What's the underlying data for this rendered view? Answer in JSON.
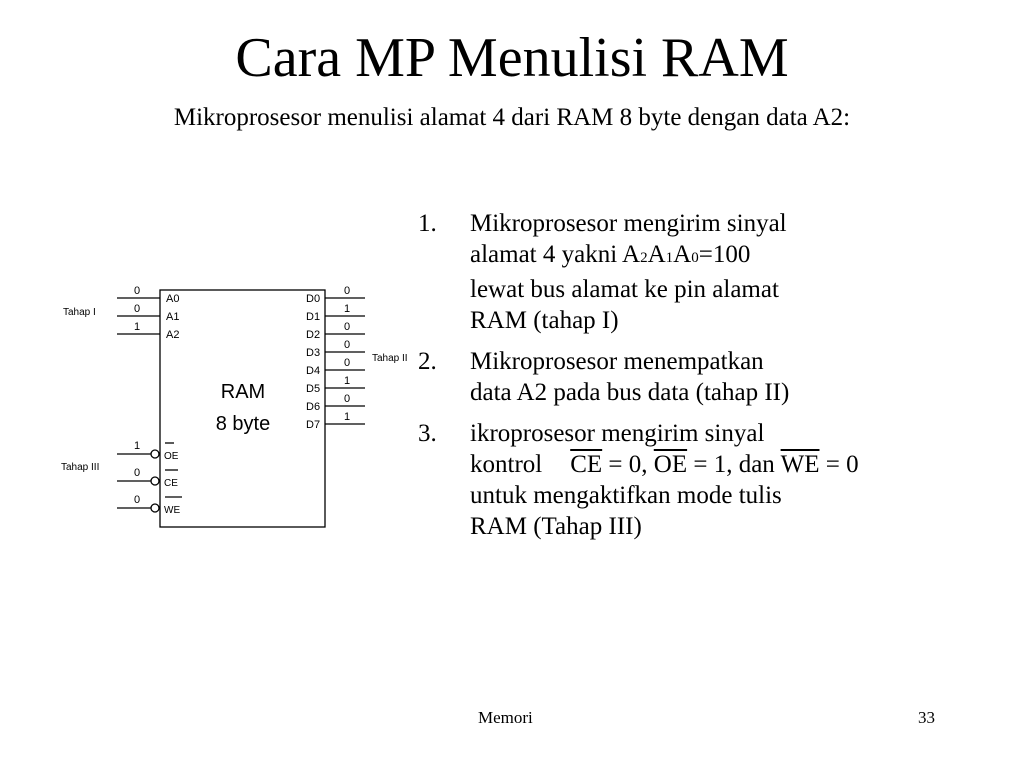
{
  "title": "Cara MP Menulisi RAM",
  "subtitle": "Mikroprosesor menulisi alamat 4 dari  RAM 8 byte dengan data A2:",
  "diagram": {
    "chip_label_line1": "RAM",
    "chip_label_line2": "8 byte",
    "address_pins": [
      {
        "name": "A0",
        "value": "0"
      },
      {
        "name": "A1",
        "value": "0"
      },
      {
        "name": "A2",
        "value": "1"
      }
    ],
    "data_pins": [
      {
        "name": "D0",
        "value": "0"
      },
      {
        "name": "D1",
        "value": "1"
      },
      {
        "name": "D2",
        "value": "0"
      },
      {
        "name": "D3",
        "value": "0"
      },
      {
        "name": "D4",
        "value": "0"
      },
      {
        "name": "D5",
        "value": "1"
      },
      {
        "name": "D6",
        "value": "0"
      },
      {
        "name": "D7",
        "value": "1"
      }
    ],
    "control_pins": [
      {
        "name": "OE",
        "value": "1"
      },
      {
        "name": "CE",
        "value": "0"
      },
      {
        "name": "WE",
        "value": "0"
      }
    ],
    "stage_labels": {
      "address": "Tahap I",
      "data": "Tahap II",
      "control": "Tahap III"
    }
  },
  "steps": [
    {
      "number": "1.",
      "line1": "Mikroprosesor mengirim sinyal",
      "line2_pre": "alamat 4 yakni A",
      "sub2": "2",
      "mid1": "A",
      "sub1": "1",
      "mid0": "A",
      "sub0": "0",
      "line2_post": "=100",
      "line3": "lewat bus alamat ke pin alamat",
      "line4": "RAM (tahap I)"
    },
    {
      "number": "2.",
      "line1": "Mikroprosesor menempatkan",
      "line2": "data A2 pada bus data (tahap II)"
    },
    {
      "number": "3.",
      "line1": "ikroprosesor mengirim sinyal",
      "line2": "kontrol",
      "formula": {
        "ce": "CE",
        "ce_val": " = 0, ",
        "oe": "OE",
        "oe_val": " = 1, dan ",
        "we": "WE",
        "we_val": " = 0"
      },
      "line3": "untuk mengaktifkan mode tulis",
      "line4": "RAM (Tahap III)"
    }
  ],
  "footer": {
    "left": "Memori",
    "right": "33"
  }
}
